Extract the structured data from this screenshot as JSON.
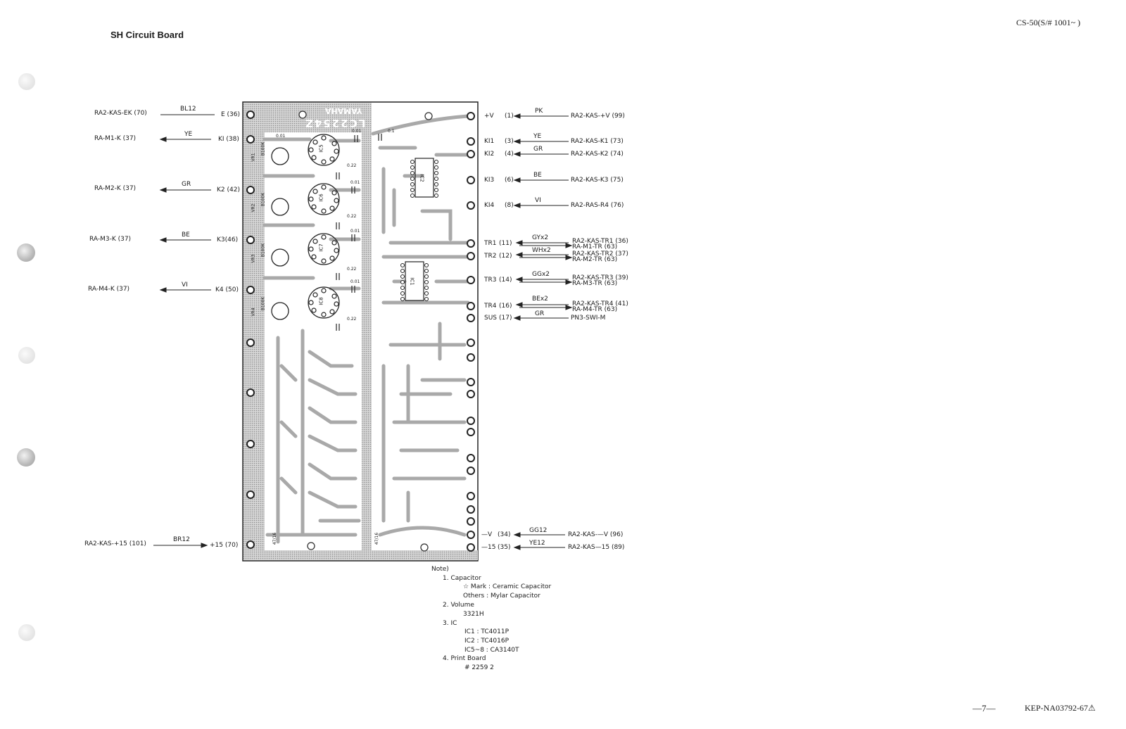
{
  "header": {
    "title": "SH  Circuit  Board",
    "model": "CS-50(S/# 1001~ )"
  },
  "footer": {
    "page": "—7—",
    "doc": "KEP-NA03792-67⚠"
  },
  "board": {
    "brand": "YAMAHA",
    "part": "LC2254Z"
  },
  "left_connections": [
    {
      "dest": "RA2-KAS-EK (70)",
      "wire": "BL12",
      "pin": "E (36)"
    },
    {
      "dest": "RA-M1-K (37)",
      "wire": "YE",
      "pin": "KI (38)"
    },
    {
      "dest": "RA-M2-K (37)",
      "wire": "GR",
      "pin": "K2 (42)"
    },
    {
      "dest": "RA-M3-K (37)",
      "wire": "BE",
      "pin": "K3(46)"
    },
    {
      "dest": "RA-M4-K (37)",
      "wire": "VI",
      "pin": "K4 (50)"
    },
    {
      "dest": "RA2-KAS-+15 (101)",
      "wire": "BR12",
      "pin": "+15 (70)"
    }
  ],
  "right_connections": [
    {
      "pin": "+V",
      "num": "(1)",
      "wire": "PK",
      "dest": "RA2-KAS-+V (99)",
      "dest2": ""
    },
    {
      "pin": "KI1",
      "num": "(3)",
      "wire": "YE",
      "dest": "RA2-KAS-K1 (73)",
      "dest2": ""
    },
    {
      "pin": "KI2",
      "num": "(4)",
      "wire": "GR",
      "dest": "RA2-KAS-K2 (74)",
      "dest2": ""
    },
    {
      "pin": "KI3",
      "num": "(6)",
      "wire": "BE",
      "dest": "RA2-KAS-K3 (75)",
      "dest2": ""
    },
    {
      "pin": "KI4",
      "num": "(8)",
      "wire": "VI",
      "dest": "RA2-RAS-R4 (76)",
      "dest2": ""
    },
    {
      "pin": "TR1",
      "num": "(11)",
      "wire": "GYx2",
      "dest": "RA2-KAS-TR1 (36)",
      "dest2": "RA-M1-TR (63)"
    },
    {
      "pin": "TR2",
      "num": "(12)",
      "wire": "WHx2",
      "dest": "RA2-KAS-TR2 (37)",
      "dest2": "RA-M2-TR (63)"
    },
    {
      "pin": "TR3",
      "num": "(14)",
      "wire": "GGx2",
      "dest": "RA2-KAS-TR3 (39)",
      "dest2": "RA-M3-TR (63)"
    },
    {
      "pin": "TR4",
      "num": "(16)",
      "wire": "BEx2",
      "dest": "RA2-KAS-TR4 (41)",
      "dest2": "RA-M4-TR (63)"
    },
    {
      "pin": "SUS",
      "num": "(17)",
      "wire": "GR",
      "dest": "PN3-SWI-M",
      "dest2": ""
    },
    {
      "pin": "—V",
      "num": "(34)",
      "wire": "GG12",
      "dest": "RA2-KAS-—V (96)",
      "dest2": ""
    },
    {
      "pin": "—15",
      "num": "(35)",
      "wire": "YE12",
      "dest": "RA2-KAS—15 (89)",
      "dest2": ""
    }
  ],
  "components": {
    "caps": [
      "0.01",
      "0.01",
      "0.1",
      "0.22",
      "0.01",
      "0.22",
      "0.01",
      "0.22",
      "0.01",
      "0.22"
    ],
    "ics": [
      "IC5",
      "IC6",
      "IC7",
      "IC8"
    ],
    "vrs": [
      "VR1",
      "VR2",
      "VR3",
      "VR4"
    ],
    "vr_value": "B100K",
    "ic_labels": [
      "IC2",
      "IC1"
    ],
    "electrolytic": "47/16"
  },
  "notes": {
    "heading": "Note)",
    "items": [
      "1.  Capacitor",
      "☆ Mark  :    Ceramic  Capacitor",
      "Others   :    Mylar  Capacitor",
      "2.  Volume",
      "3321H",
      "3.  IC",
      "IC1  :  TC4011P",
      "IC2  :  TC4016P",
      "IC5~8  :  CA3140T",
      "4.  Print  Board",
      "# 2259  2"
    ]
  }
}
